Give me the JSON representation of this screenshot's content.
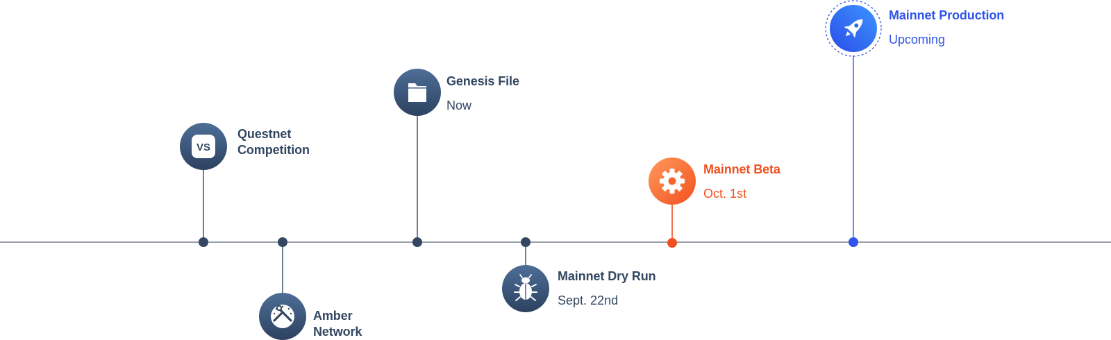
{
  "colors": {
    "dark_navy": "#334762",
    "navy_gradient_top": "#4b6b93",
    "navy_gradient_bottom": "#2f4563",
    "orange": "#f0501e",
    "orange_light": "#ff9155",
    "blue": "#2f54eb",
    "blue_light": "#3d8bff",
    "baseline": "#56626f"
  },
  "milestones": [
    {
      "id": "questnet",
      "title": "Questnet Competition",
      "icon": "vs-icon",
      "status": "past"
    },
    {
      "id": "amber",
      "title": "Amber Network",
      "icon": "dashboard-tools-icon",
      "status": "past"
    },
    {
      "id": "genesis",
      "title": "Genesis File",
      "subtitle": "Now",
      "icon": "window-icon",
      "status": "past"
    },
    {
      "id": "dryrun",
      "title": "Mainnet Dry Run",
      "subtitle": "Sept. 22nd",
      "icon": "bug-icon",
      "status": "past"
    },
    {
      "id": "beta",
      "title": "Mainnet Beta",
      "subtitle": "Oct. 1st",
      "icon": "gear-icon",
      "status": "current"
    },
    {
      "id": "production",
      "title": "Mainnet Production",
      "subtitle": "Upcoming",
      "icon": "rocket-icon",
      "status": "upcoming"
    }
  ]
}
